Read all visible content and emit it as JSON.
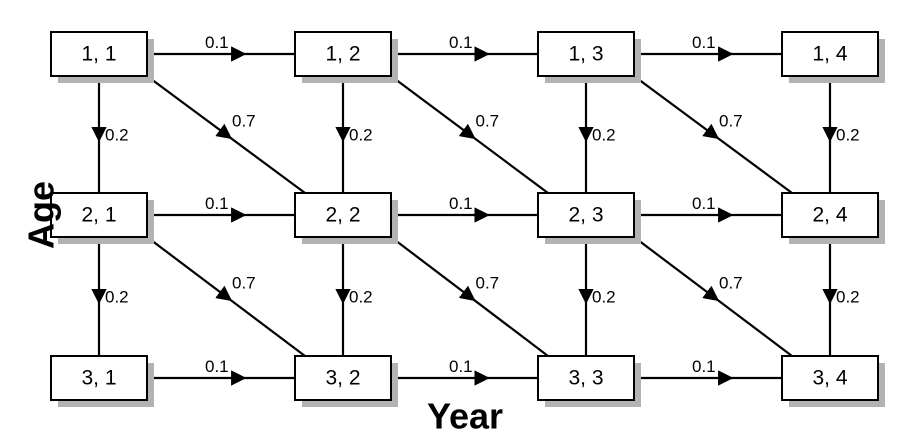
{
  "axes": {
    "y_label": "Age",
    "x_label": "Year"
  },
  "nodes": [
    [
      "1, 1",
      "1, 2",
      "1, 3",
      "1, 4"
    ],
    [
      "2, 1",
      "2, 2",
      "2, 3",
      "2, 4"
    ],
    [
      "3, 1",
      "3, 2",
      "3, 3",
      "3, 4"
    ]
  ],
  "edges": {
    "horizontal_label": "0.1",
    "vertical_label": "0.2",
    "diagonal_label": "0.7"
  }
}
